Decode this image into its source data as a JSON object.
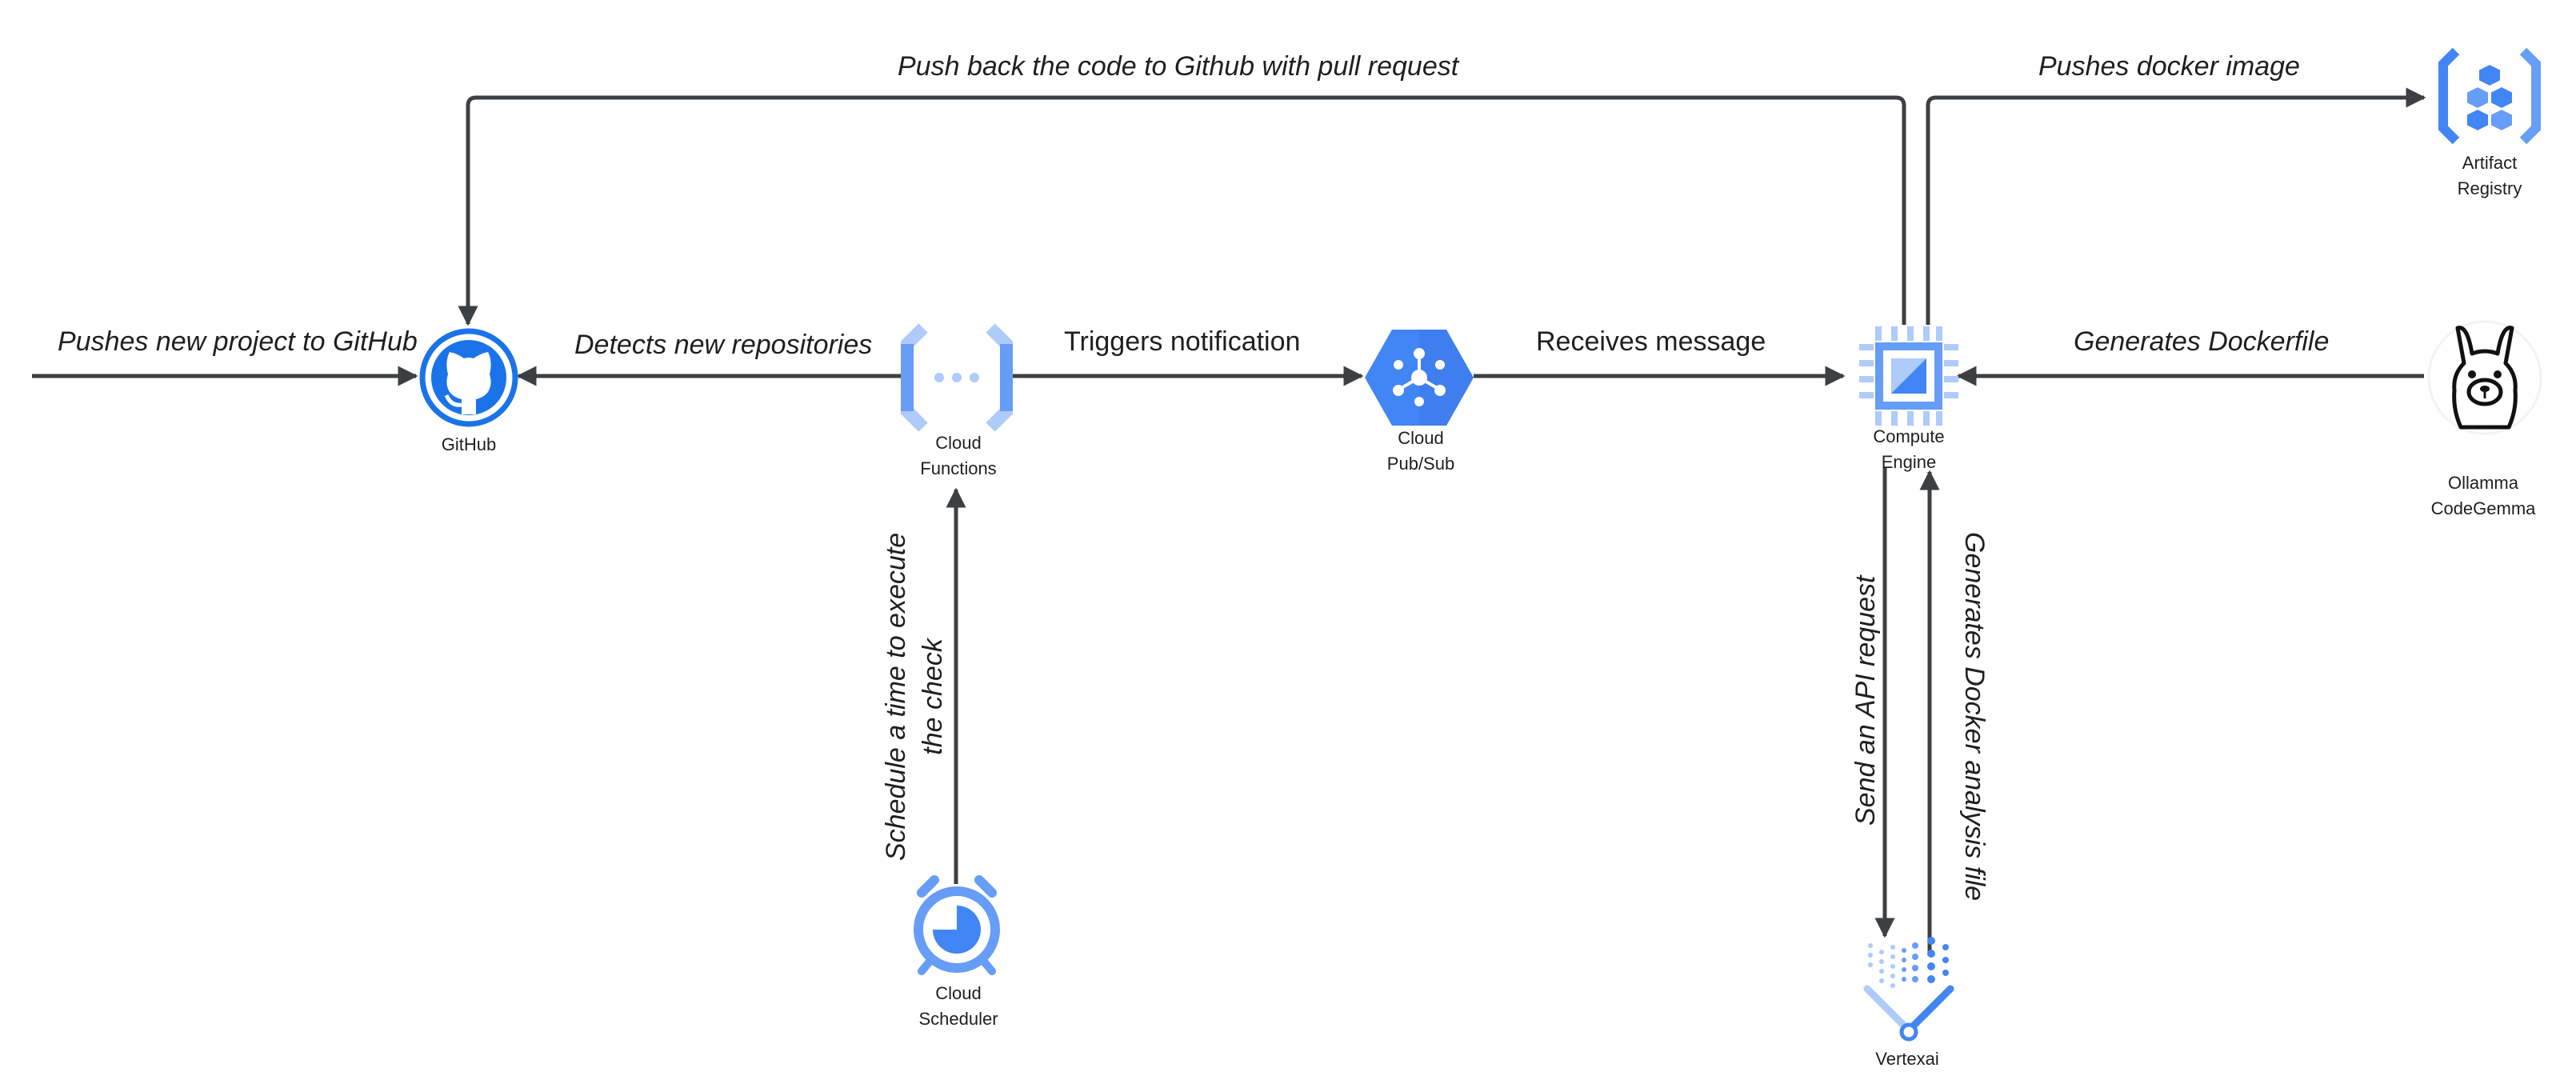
{
  "nodes": {
    "github": {
      "label_lines": [
        "GitHub"
      ],
      "icon": "github-icon"
    },
    "cloud_functions": {
      "label_lines": [
        "Cloud",
        "Functions"
      ],
      "icon": "cloud-functions-icon"
    },
    "cloud_pubsub": {
      "label_lines": [
        "Cloud",
        "Pub/Sub"
      ],
      "icon": "cloud-pubsub-icon"
    },
    "compute_engine": {
      "label_lines": [
        "Compute",
        "Engine"
      ],
      "icon": "compute-engine-icon"
    },
    "artifact_registry": {
      "label_lines": [
        "Artifact",
        "Registry"
      ],
      "icon": "artifact-registry-icon"
    },
    "ollama": {
      "label_lines": [
        "Ollamma",
        "CodeGemma"
      ],
      "icon": "ollama-llama-icon"
    },
    "cloud_scheduler": {
      "label_lines": [
        "Cloud",
        "Scheduler"
      ],
      "icon": "cloud-scheduler-icon"
    },
    "vertexai": {
      "label_lines": [
        "Vertexai"
      ],
      "icon": "vertexai-icon"
    }
  },
  "edges": {
    "push_back": "Push back the code to Github with pull request",
    "pushes_docker": "Pushes docker image",
    "pushes_new_project": "Pushes new project to GitHub",
    "detects_new_repos": "Detects new repositories",
    "triggers_notification": "Triggers notification",
    "receives_message": "Receives message",
    "generates_dockerfile": "Generates Dockerfile",
    "schedule_check_line1": "Schedule a time to execute",
    "schedule_check_line2": "the check",
    "send_api_request": "Send an API request",
    "generates_analysis": "Generates  Docker analysis file"
  },
  "colors": {
    "arrow": "#3c4043",
    "google_blue": "#4285f4",
    "light_blue": "#aecbfa",
    "mid_blue": "#669df6",
    "github_blue": "#1a73e8"
  }
}
